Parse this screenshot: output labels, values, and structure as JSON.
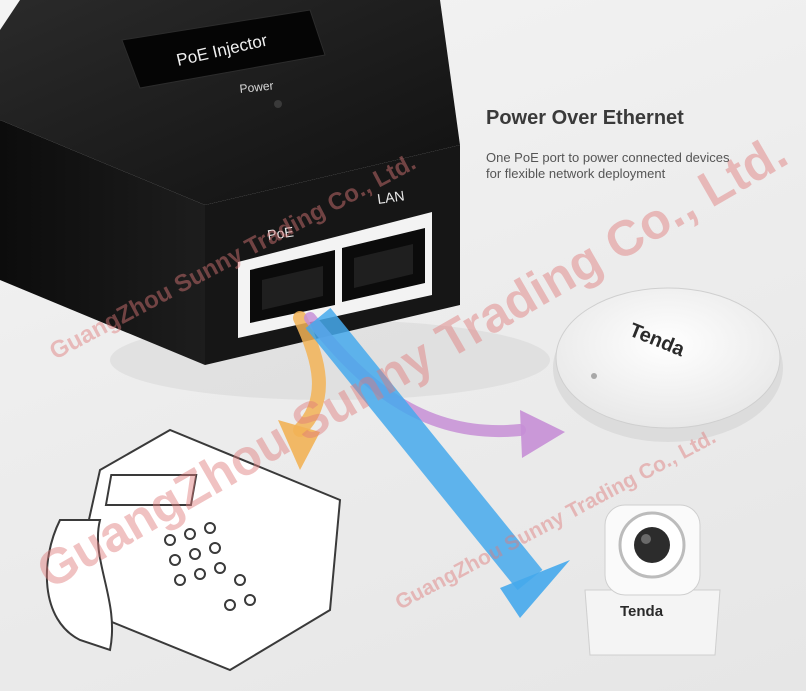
{
  "injector": {
    "label": "PoE Injector",
    "power_label": "Power",
    "port_poe_label": "PoE",
    "port_lan_label": "LAN",
    "body_color": "#141414"
  },
  "feature": {
    "title": "Power Over Ethernet",
    "description_line1": "One PoE port to power connected devices",
    "description_line2": "for flexible network deployment"
  },
  "devices": {
    "access_point_brand": "Tenda",
    "camera_brand": "Tenda"
  },
  "watermark": {
    "text": "GuangZhou Sunny Trading Co., Ltd.",
    "color": "#e07a7a"
  },
  "arrows": {
    "phone_color": "#f2b356",
    "access_point_color": "#c78fd6",
    "camera_color": "#45a9ec"
  }
}
